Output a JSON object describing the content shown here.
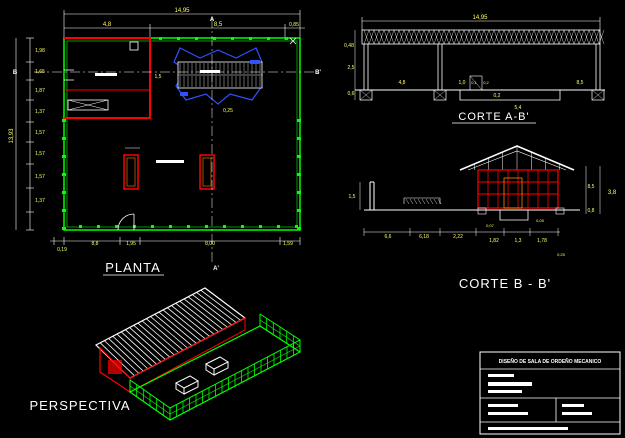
{
  "colors": {
    "background": "#000000",
    "wall_green": "#00ff00",
    "wall_red": "#ff0000",
    "dimension_white": "#ffffff",
    "equipment_blue": "#3050ff",
    "roof_white": "#ffffff",
    "label_white": "#ffffff",
    "dim_text_yellow": "#ffff66"
  },
  "plan": {
    "title": "PLANTA",
    "top_total": "14,95",
    "top_segments": [
      "4,8",
      "8,5",
      "0,85"
    ],
    "left_total": "13,93",
    "left_segments": [
      "1,98",
      "1,65",
      "1,87",
      "1,37",
      "1,57",
      "1,57",
      "1,57",
      "1,37"
    ],
    "bottom_segments": [
      "0,19",
      "8,8",
      "1,95",
      "8,00",
      "1,59"
    ],
    "inner_dims": [
      "1,5",
      "0,25"
    ],
    "section_marks": {
      "a_top": "A",
      "a_bottom": "A'",
      "b_left": "B",
      "b_right": "B'"
    }
  },
  "section_ab": {
    "title": "CORTE A-B'",
    "top_total": "14,95",
    "left_dims": [
      "0,48",
      "2,5",
      "0,6"
    ],
    "bottom_dims": [
      "4,8",
      "1,0",
      "0,1",
      "0,2",
      "8,5"
    ],
    "extra_dims": [
      "0,2",
      "5,4"
    ]
  },
  "section_bb": {
    "title": "CORTE  B - B'",
    "left_dim": "1,5",
    "right_dims": [
      "8,5",
      "0,8",
      "3,8"
    ],
    "bottom_dims": [
      "6,6",
      "6,18",
      "2,22",
      "1,82",
      "1,3",
      "1,78"
    ],
    "bottom_small": [
      "0,07",
      "0,05",
      "0,25"
    ]
  },
  "perspective": {
    "title": "PERSPECTIVA"
  },
  "title_block": {
    "heading": "DISEÑO DE SALA DE ORDEÑO MECANICO"
  }
}
